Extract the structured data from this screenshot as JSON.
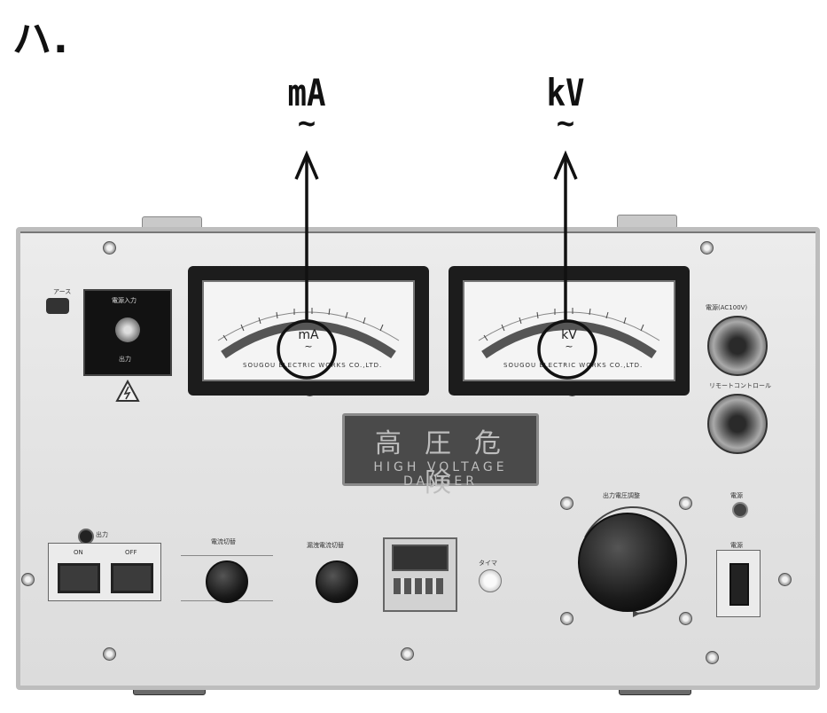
{
  "heading": "ハ.",
  "callouts": {
    "left_unit": "mA",
    "left_ac": "~",
    "right_unit": "kV",
    "right_ac": "~"
  },
  "meters": {
    "left": {
      "unit": "mA",
      "ac": "~",
      "maker": "SOUGOU ELECTRIC WORKS CO.,LTD."
    },
    "right": {
      "unit": "kV",
      "ac": "~",
      "maker": "SOUGOU ELECTRIC WORKS CO.,LTD."
    }
  },
  "warning_plate": {
    "jp": "高圧危険",
    "en": "HIGH VOLTAGE DANGER"
  },
  "labels": {
    "earth": "アース",
    "input_terminal": "電源入力",
    "power_ac100v": "電源(AC100V)",
    "remote": "リモートコントロール",
    "output_voltage": "出力電圧調整",
    "output": "出力",
    "on": "ON",
    "off": "OFF",
    "current_select": "電流切替",
    "leak_current_select": "漏洩電流切替",
    "timer": "タイマ",
    "power": "電源",
    "lamp": "電源"
  },
  "colors": {
    "callout_line": "#111111",
    "panel": "#e4e4e4",
    "meter_frame": "#1c1c1c"
  }
}
